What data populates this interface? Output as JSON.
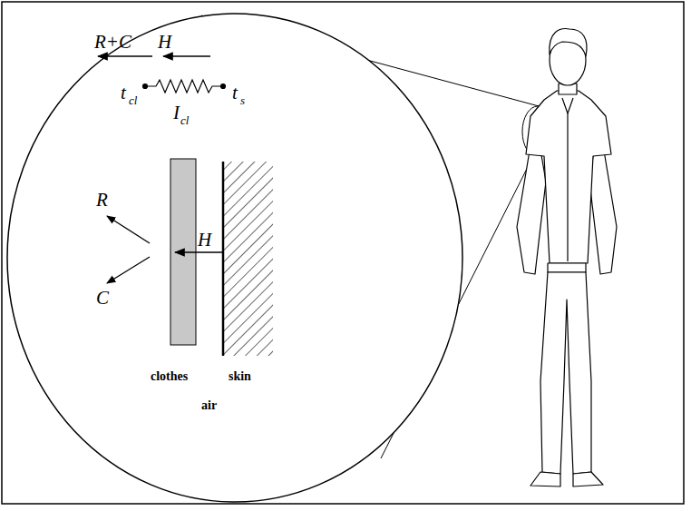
{
  "diagram": {
    "labels": [
      "R+C",
      "H",
      "t",
      "cl",
      "I",
      "cl",
      "t",
      "s",
      "R",
      "C",
      "H",
      "clothes",
      "skin",
      "air"
    ]
  }
}
